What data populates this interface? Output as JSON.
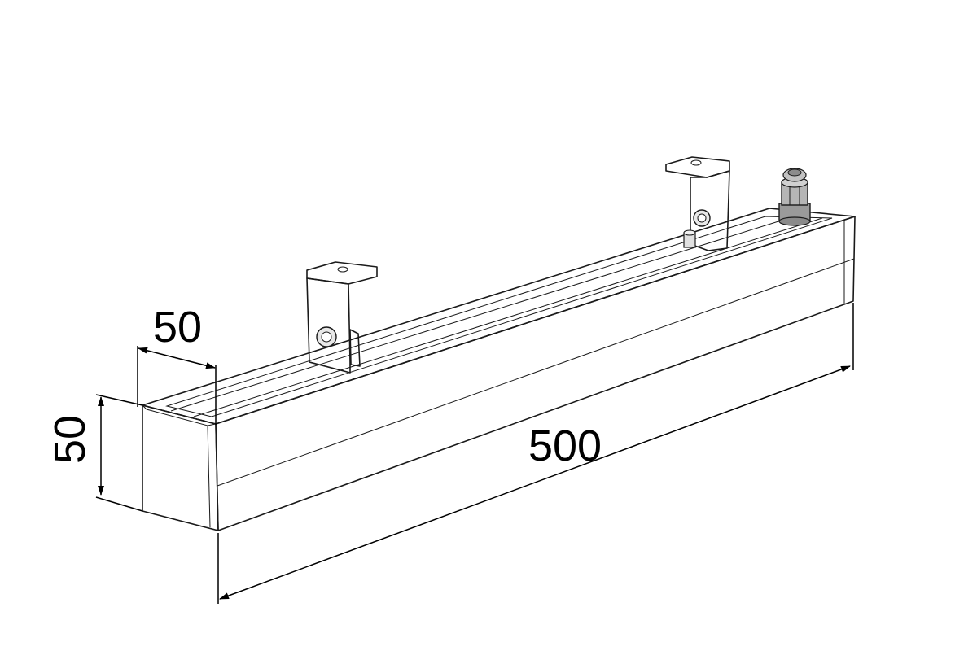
{
  "drawing": {
    "dimensions": {
      "width": "50",
      "height": "50",
      "length": "500"
    },
    "colors": {
      "background": "#ffffff",
      "body_face": "#ffffff",
      "end_cap": "#c4c4c4",
      "bracket": "#bdbdbd",
      "gland": "#a8a8a8",
      "line": "#1a1a1a"
    }
  }
}
